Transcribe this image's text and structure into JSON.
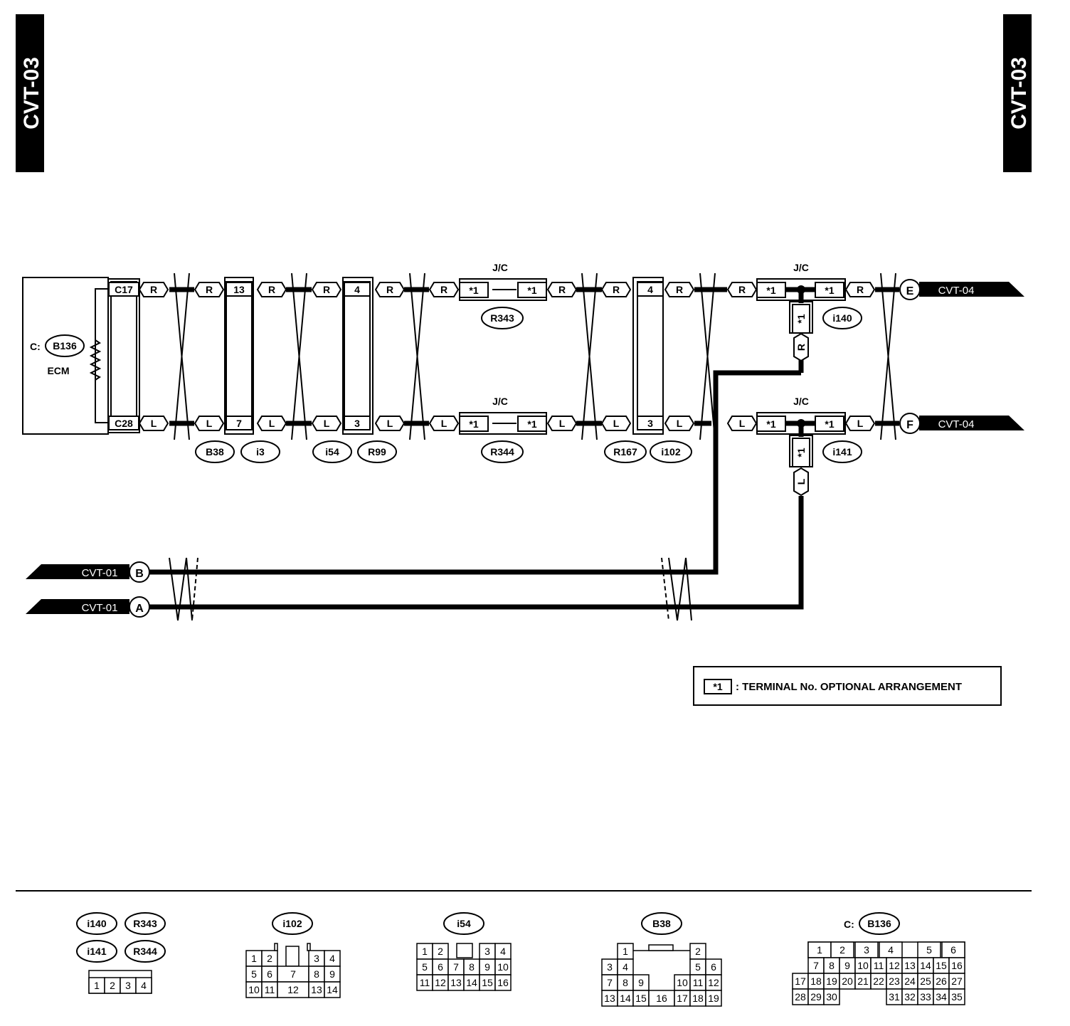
{
  "page": {
    "tab_left": "CVT-03",
    "tab_right": "CVT-03"
  },
  "ecm": {
    "prefix": "C:",
    "connector": "B136",
    "label": "ECM",
    "pin_top": "C17",
    "pin_bottom": "C28"
  },
  "wire_colors": {
    "red": "R",
    "blue": "L"
  },
  "optional_mark": "*1",
  "junction_label": "J/C",
  "connectors": {
    "b38_i3_top_pin": "13",
    "b38_i3_bottom_pin": "7",
    "i54_r99_top_pin": "4",
    "i54_r99_bottom_pin": "3",
    "r167_i102_top_pin": "4",
    "r167_i102_bottom_pin": "3",
    "labels": {
      "b38": "B38",
      "i3": "i3",
      "i54": "i54",
      "r99": "R99",
      "r343": "R343",
      "r344": "R344",
      "r167": "R167",
      "i102": "i102",
      "i140": "i140",
      "i141": "i141"
    }
  },
  "offpage": {
    "e_letter": "E",
    "e_ref": "CVT-04",
    "f_letter": "F",
    "f_ref": "CVT-04",
    "b_letter": "B",
    "b_ref": "CVT-01",
    "a_letter": "A",
    "a_ref": "CVT-01"
  },
  "legend": {
    "symbol": "*1",
    "text": ": TERMINAL No. OPTIONAL ARRANGEMENT"
  },
  "faces": {
    "g1": {
      "labels": [
        "i140",
        "R343",
        "i141",
        "R344"
      ],
      "rows": [
        [
          "1",
          "2",
          "3",
          "4"
        ]
      ]
    },
    "g2": {
      "label": "i102",
      "rows": [
        [
          "1",
          "2",
          "3",
          "4"
        ],
        [
          "5",
          "6",
          "7",
          "8",
          "9"
        ],
        [
          "10",
          "11",
          "12",
          "13",
          "14"
        ]
      ]
    },
    "g3": {
      "label": "i54",
      "rows": [
        [
          "1",
          "2",
          "3",
          "4"
        ],
        [
          "5",
          "6",
          "7",
          "8",
          "9",
          "10"
        ],
        [
          "11",
          "12",
          "13",
          "14",
          "15",
          "16"
        ]
      ]
    },
    "g4": {
      "label": "B38",
      "rows": [
        [
          "1",
          "2"
        ],
        [
          "3",
          "4",
          "5",
          "6"
        ],
        [
          "7",
          "8",
          "9",
          "10",
          "11",
          "12"
        ],
        [
          "13",
          "14",
          "15",
          "16",
          "17",
          "18",
          "19"
        ]
      ]
    },
    "g5": {
      "prefix": "C:",
      "label": "B136",
      "rows": [
        [
          "1",
          "2",
          "3",
          "4",
          "5",
          "6"
        ],
        [
          "7",
          "8",
          "9",
          "10",
          "11",
          "12",
          "13",
          "14",
          "15",
          "16"
        ],
        [
          "17",
          "18",
          "19",
          "20",
          "21",
          "22",
          "23",
          "24",
          "25",
          "26",
          "27"
        ],
        [
          "28",
          "29",
          "30",
          "31",
          "32",
          "33",
          "34",
          "35"
        ]
      ]
    }
  }
}
